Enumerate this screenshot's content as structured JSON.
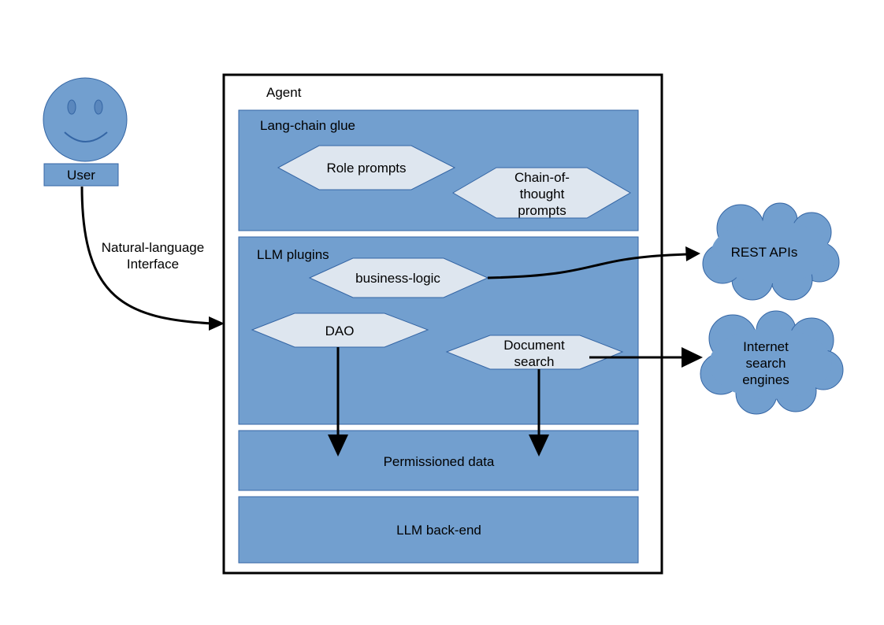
{
  "user": {
    "label": "User",
    "connector_label_line1": "Natural-language",
    "connector_label_line2": "Interface"
  },
  "agent": {
    "title": "Agent",
    "langchain": {
      "title": "Lang-chain glue",
      "role_prompts": "Role prompts",
      "cot_line1": "Chain-of-",
      "cot_line2": "thought",
      "cot_line3": "prompts"
    },
    "plugins": {
      "title": "LLM plugins",
      "business_logic": "business-logic",
      "dao": "DAO",
      "doc_line1": "Document",
      "doc_line2": "search"
    },
    "permissioned_data": "Permissioned data",
    "llm_backend": "LLM back-end"
  },
  "external": {
    "rest_apis": "REST APIs",
    "search_line1": "Internet",
    "search_line2": "search",
    "search_line3": "engines"
  },
  "colors": {
    "box": "#729fcf",
    "hexagon": "#dee6ef",
    "border": "#3465a4"
  }
}
